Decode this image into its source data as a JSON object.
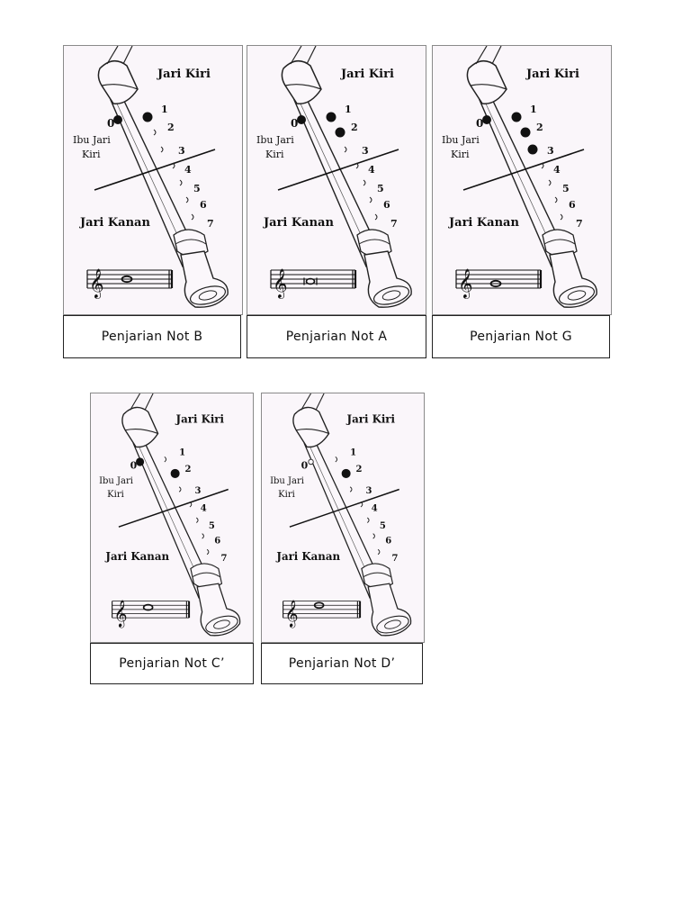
{
  "labels": {
    "left_hand": "Jari Kiri",
    "right_hand": "Jari Kanan",
    "thumb_line1": "Ibu Jari",
    "thumb_line2": "Kiri",
    "thumb_number": "0",
    "hole_numbers": [
      "1",
      "2",
      "3",
      "4",
      "5",
      "6",
      "7"
    ]
  },
  "cards": [
    {
      "caption": "Penjarian Not B",
      "thumb_closed": true,
      "closed_holes": [
        1
      ],
      "note": "B",
      "note_symbol": "whole"
    },
    {
      "caption": "Penjarian Not A",
      "thumb_closed": true,
      "closed_holes": [
        1,
        2
      ],
      "note": "A",
      "note_symbol": "breve"
    },
    {
      "caption": "Penjarian Not G",
      "thumb_closed": true,
      "closed_holes": [
        1,
        2,
        3
      ],
      "note": "G",
      "note_symbol": "whole"
    },
    {
      "caption": "Penjarian Not C’",
      "thumb_closed": true,
      "closed_holes": [
        2
      ],
      "note": "C'",
      "note_symbol": "whole"
    },
    {
      "caption": "Penjarian Not D’",
      "thumb_closed": false,
      "closed_holes": [
        2
      ],
      "note": "D'",
      "note_symbol": "whole"
    }
  ]
}
